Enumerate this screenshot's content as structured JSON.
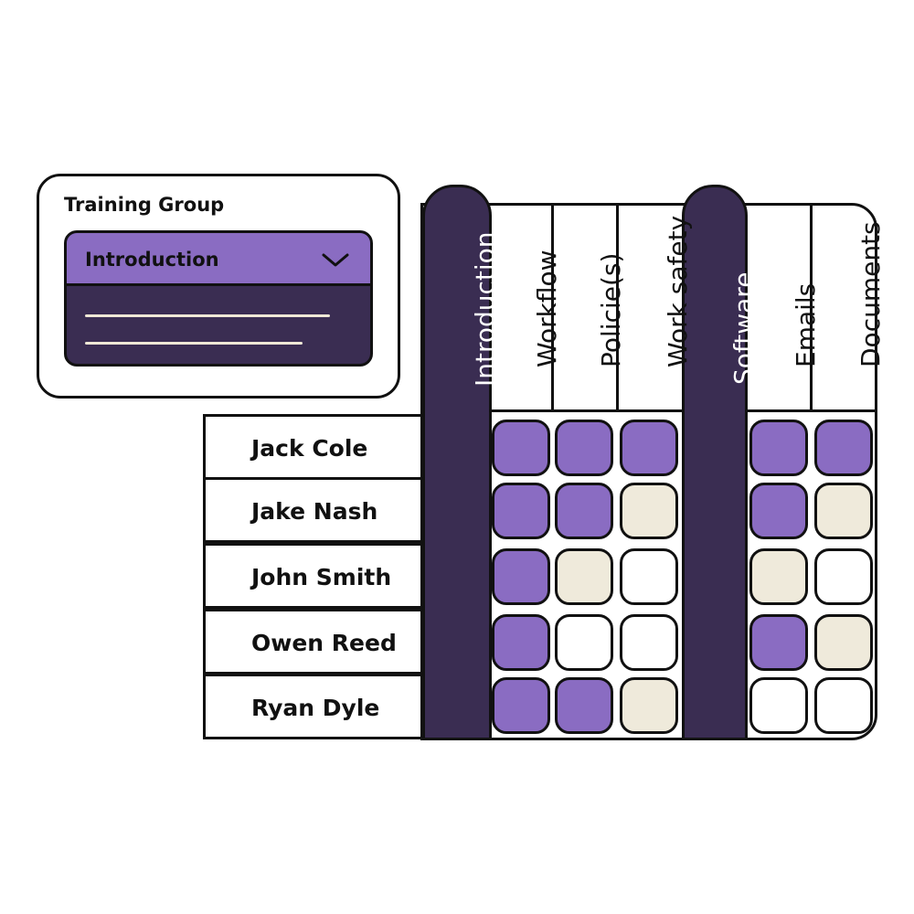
{
  "training_group": {
    "title": "Training Group",
    "selected": "Introduction",
    "chevron_icon": "chevron-down-icon"
  },
  "groups": [
    {
      "label": "Introduction",
      "topics": [
        "Workflow",
        "Policie(s)",
        "Work safety"
      ]
    },
    {
      "label": "Software",
      "topics": [
        "Emails",
        "Documents"
      ]
    }
  ],
  "employees": [
    "Jack Cole",
    "Jake Nash",
    "John Smith",
    "Owen Reed",
    "Ryan Dyle"
  ],
  "progress_matrix": [
    [
      "done",
      "done",
      "done",
      "done",
      "done"
    ],
    [
      "done",
      "done",
      "progress",
      "done",
      "progress"
    ],
    [
      "done",
      "progress",
      "none",
      "progress",
      "none"
    ],
    [
      "done",
      "none",
      "none",
      "done",
      "progress"
    ],
    [
      "done",
      "done",
      "progress",
      "none",
      "none"
    ]
  ],
  "colors": {
    "done": "#8a6cc2",
    "progress": "#efeadb",
    "none": "#ffffff",
    "group_bar": "#3a2d52"
  }
}
